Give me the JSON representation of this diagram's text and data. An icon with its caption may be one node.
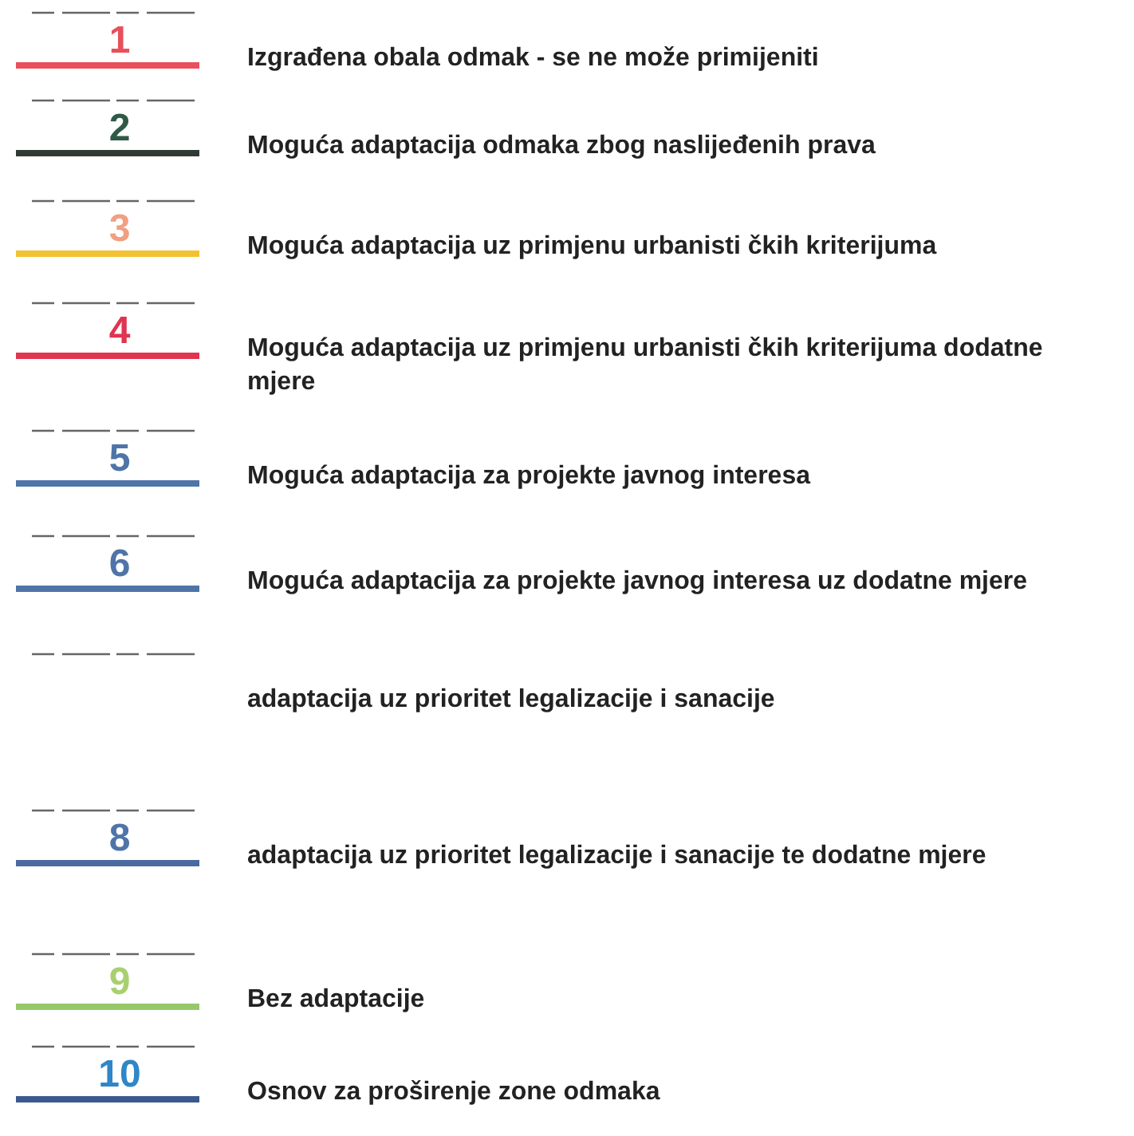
{
  "diagram": {
    "labels": [
      "1",
      "2",
      "3",
      "4",
      "5",
      "6",
      "8",
      "9",
      "10"
    ],
    "legend": [
      {
        "text": "Izgrađena obala odmak - se ne može primijeniti",
        "color": "#e8505b"
      },
      {
        "text": "Moguća adaptacija odmaka zbog naslijeđenih prava",
        "color": "#2f3a35"
      },
      {
        "text": "Moguća adaptacija uz primjenu urbanisti čkih kriterijuma",
        "color": "#f2c230"
      },
      {
        "text": "Moguća adaptacija uz primjenu urbanisti čkih kriterijuma dodatne mjere",
        "color": "#e0344f"
      },
      {
        "text": "Moguća adaptacija za projekte javnog interesa",
        "color": "#4f74a8"
      },
      {
        "text": "Moguća adaptacija za projekte javnog interesa uz dodatne mjere",
        "color": "#4f74a8"
      },
      {
        "text": "adaptacija uz prioritet legalizacije i sanacije"
      },
      {
        "text": "adaptacija uz prioritet legalizacije i sanacije te dodatne mjere",
        "color": "#4a6aa0"
      },
      {
        "text": "Bez adaptacije",
        "color": "#96c86a"
      },
      {
        "text": "Osnov za proširenje zone odmaka",
        "color": "#3a5a8e"
      }
    ]
  }
}
